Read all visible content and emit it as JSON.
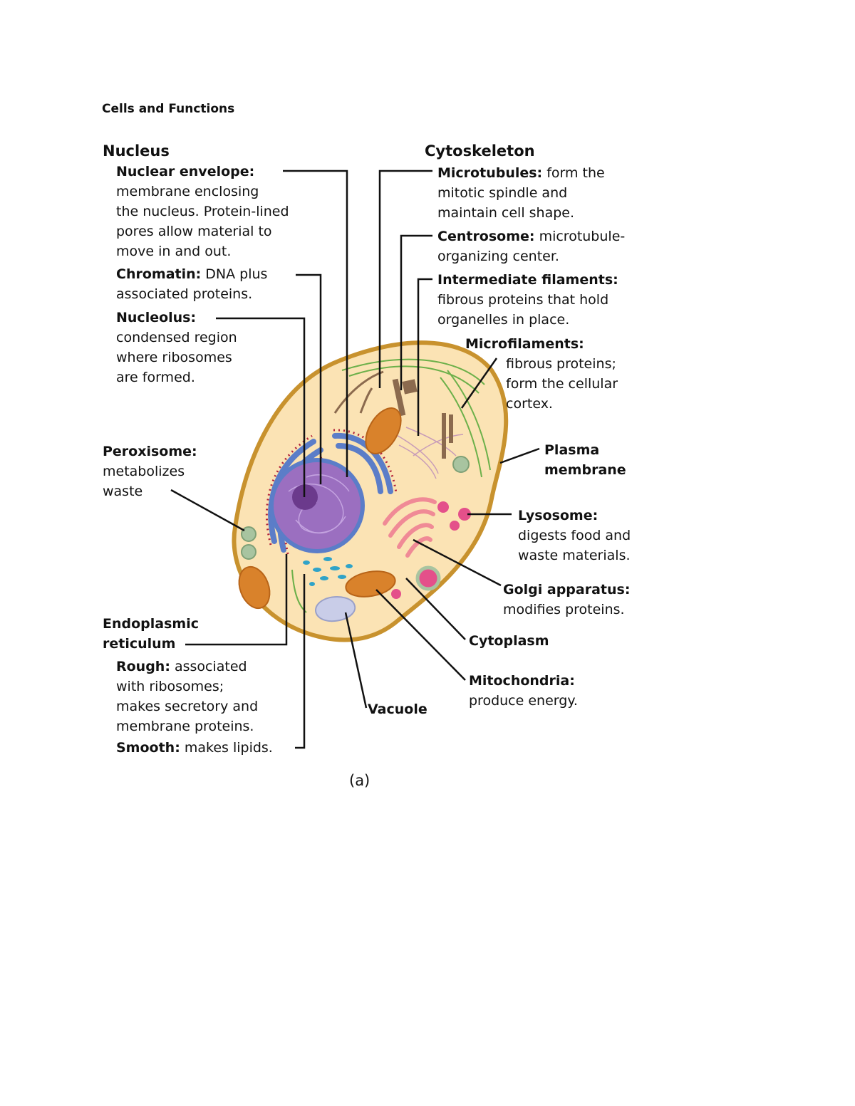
{
  "document": {
    "title": "Cells and Functions",
    "caption": "(a)"
  },
  "labels": {
    "nucleus": {
      "heading": "Nucleus",
      "nuclear_envelope": {
        "term": "Nuclear envelope:",
        "lines": [
          "membrane enclosing",
          "the nucleus. Protein-lined",
          "pores allow material to",
          "move in and out."
        ]
      },
      "chromatin": {
        "term": "Chromatin:",
        "inline": "DNA plus",
        "lines": [
          "associated proteins."
        ]
      },
      "nucleolus": {
        "term": "Nucleolus:",
        "lines": [
          "condensed region",
          "where ribosomes",
          "are formed."
        ]
      }
    },
    "cytoskeleton": {
      "heading": "Cytoskeleton",
      "microtubules": {
        "term": "Microtubules:",
        "inline": "form the",
        "lines": [
          "mitotic spindle and",
          "maintain cell shape."
        ]
      },
      "centrosome": {
        "term": "Centrosome:",
        "inline": "microtubule-",
        "lines": [
          "organizing center."
        ]
      },
      "intermediate_filaments": {
        "term": "Intermediate filaments:",
        "lines": [
          "fibrous proteins that hold",
          "organelles in place."
        ]
      },
      "microfilaments": {
        "term": "Microfilaments:",
        "lines": [
          "fibrous proteins;",
          "form the cellular",
          "cortex."
        ]
      }
    },
    "peroxisome": {
      "term": "Peroxisome:",
      "lines": [
        "metabolizes",
        "waste"
      ]
    },
    "plasma_membrane": {
      "lines": [
        "Plasma",
        "membrane"
      ]
    },
    "lysosome": {
      "term": "Lysosome:",
      "lines": [
        "digests food and",
        "waste materials."
      ]
    },
    "golgi": {
      "term": "Golgi apparatus:",
      "lines": [
        "modifies proteins."
      ]
    },
    "cytoplasm": {
      "term": "Cytoplasm"
    },
    "mitochondria": {
      "term": "Mitochondria:",
      "lines": [
        "produce energy."
      ]
    },
    "vacuole": {
      "term": "Vacuole"
    },
    "er": {
      "heading_lines": [
        "Endoplasmic",
        "reticulum"
      ],
      "rough": {
        "term": "Rough:",
        "inline": "associated",
        "lines": [
          "with ribosomes;",
          "makes secretory and",
          "membrane proteins."
        ]
      },
      "smooth": {
        "term": "Smooth:",
        "inline": "makes lipids."
      }
    }
  },
  "colors": {
    "cell_fill": "#fbe3b4",
    "cell_membrane": "#c8922e",
    "nucleus": "#9b6fc0",
    "nuclear_envelope": "#5b7dc8",
    "ribosomes": "#b3233a",
    "mitochondria": "#d9822b",
    "golgi": "#f08a96",
    "lysosome": "#e4508a",
    "peroxisome": "#a8c4a0",
    "smooth_er": "#2fa3c8",
    "vacuole": "#c9cde8",
    "microfilaments": "#6cb04a",
    "cytoskeleton": "#8b6a4e"
  }
}
